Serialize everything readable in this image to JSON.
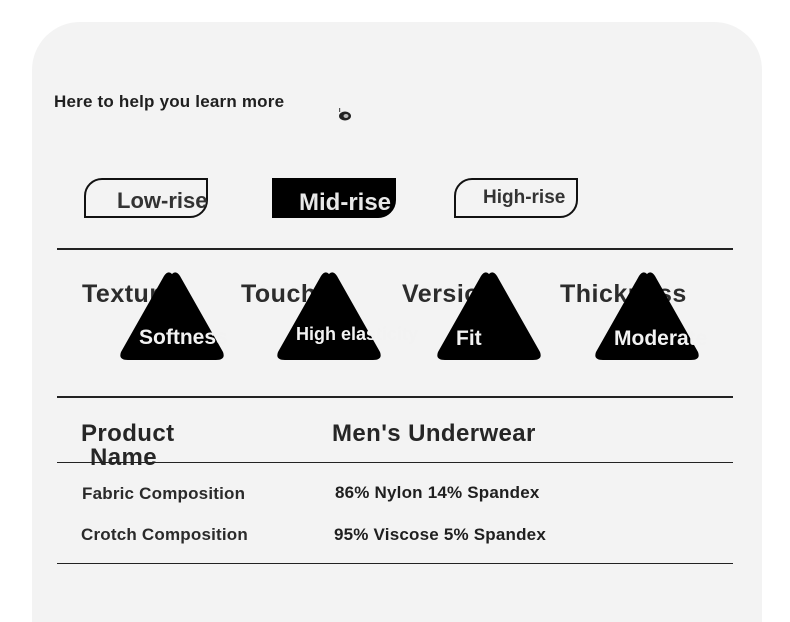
{
  "intro": {
    "text": "Here to help you learn more"
  },
  "rise_options": [
    {
      "label": "Low-rise",
      "selected": false
    },
    {
      "label": "Mid-rise",
      "selected": true
    },
    {
      "label": "High-rise",
      "selected": false
    }
  ],
  "features": [
    {
      "title": "Texture",
      "value": "Softness"
    },
    {
      "title": "Touch",
      "value": "High elasticity"
    },
    {
      "title": "Version",
      "value": "Fit"
    },
    {
      "title": "Thickness",
      "value": "Moderate"
    }
  ],
  "specs": {
    "product_name_label_line1": "Product",
    "product_name_label_line2": "Name",
    "product_name_value": "Men's Underwear",
    "rows": [
      {
        "label": "Fabric Composition",
        "value": "86% Nylon 14% Spandex"
      },
      {
        "label": "Crotch Composition",
        "value": "95% Viscose 5% Spandex"
      }
    ]
  },
  "colors": {
    "card_bg": "#f3f3f3",
    "accent": "#000000",
    "text": "#2b2b2b"
  }
}
